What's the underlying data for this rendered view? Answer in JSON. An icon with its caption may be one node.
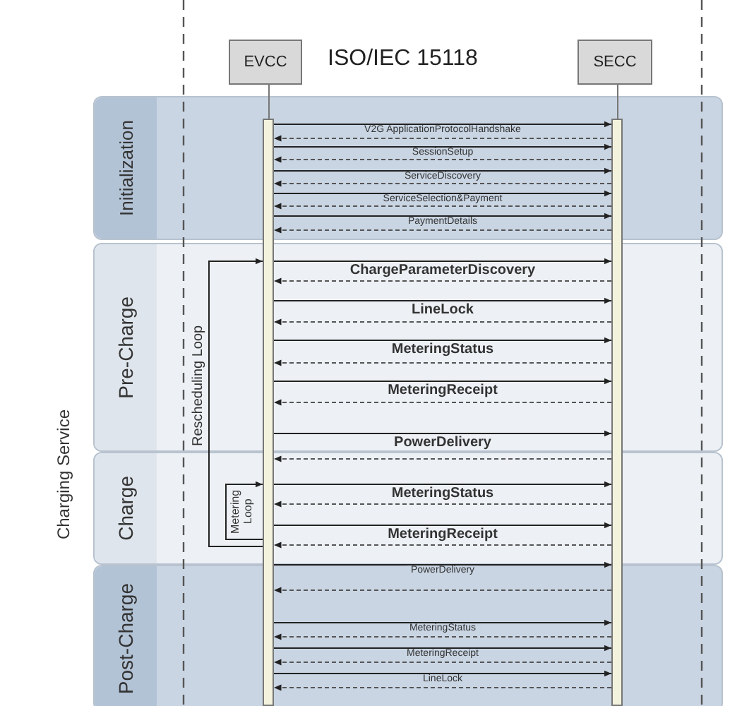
{
  "diagram": {
    "title": "ISO/IEC 15118",
    "nodes": [
      {
        "text": [
          "EVCC"
        ]
      },
      {
        "text": [
          "SECC"
        ]
      }
    ],
    "edges": [
      {
        "from": 0,
        "to": 1,
        "arrow": "to",
        "label": "V2G ApplicationProtocolHandshake"
      },
      {
        "from": 1,
        "to": 0,
        "arrow": "to",
        "style": "dashed"
      },
      {
        "from": 0,
        "to": 1,
        "arrow": "to",
        "label": "SessionSetup"
      },
      {
        "from": 1,
        "to": 0,
        "arrow": "to",
        "style": "dashed"
      },
      {
        "from": 0,
        "to": 1,
        "arrow": "to",
        "label": "ServiceDiscovery"
      },
      {
        "from": 1,
        "to": 0,
        "arrow": "to",
        "style": "dashed"
      },
      {
        "from": 0,
        "to": 1,
        "arrow": "to",
        "label": "ServiceSelection&Payment"
      },
      {
        "from": 1,
        "to": 0,
        "arrow": "to",
        "style": "dashed"
      },
      {
        "from": 0,
        "to": 1,
        "arrow": "to",
        "label": "PaymentDetails"
      },
      {
        "from": 1,
        "to": 0,
        "arrow": "to",
        "style": "dashed"
      },
      {
        "from": 0,
        "to": 1,
        "arrow": "to",
        "label": "ChargeParameterDiscovery"
      },
      {
        "from": 1,
        "to": 0,
        "arrow": "to",
        "style": "dashed"
      },
      {
        "from": 0,
        "to": 1,
        "arrow": "to",
        "label": "LineLock"
      },
      {
        "from": 1,
        "to": 0,
        "arrow": "to",
        "style": "dashed"
      },
      {
        "from": 0,
        "to": 1,
        "arrow": "to",
        "label": "MeteringStatus"
      },
      {
        "from": 1,
        "to": 0,
        "arrow": "to",
        "style": "dashed"
      },
      {
        "from": 0,
        "to": 1,
        "arrow": "to",
        "label": "MeteringReceipt"
      },
      {
        "from": 1,
        "to": 0,
        "arrow": "to",
        "style": "dashed"
      },
      {
        "from": 0,
        "to": 1,
        "arrow": "to",
        "label": "PowerDelivery"
      },
      {
        "from": 1,
        "to": 0,
        "arrow": "to",
        "style": "dashed"
      },
      {
        "from": 0,
        "to": 1,
        "arrow": "to",
        "label": "MeteringStatus"
      },
      {
        "from": 1,
        "to": 0,
        "arrow": "to",
        "style": "dashed"
      },
      {
        "from": 0,
        "to": 1,
        "arrow": "to",
        "label": "MeteringReceipt"
      },
      {
        "from": 1,
        "to": 0,
        "arrow": "to",
        "style": "dashed"
      },
      {
        "from": 0,
        "to": 1,
        "arrow": "to",
        "label": "PowerDelivery"
      },
      {
        "from": 1,
        "to": 0,
        "arrow": "to",
        "style": "dashed"
      },
      {
        "from": 0,
        "to": 1,
        "arrow": "to",
        "label": "MeteringStatus"
      },
      {
        "from": 1,
        "to": 0,
        "arrow": "to",
        "style": "dashed"
      },
      {
        "from": 0,
        "to": 1,
        "arrow": "to",
        "label": "MeteringReceipt"
      },
      {
        "from": 1,
        "to": 0,
        "arrow": "to",
        "style": "dashed"
      },
      {
        "from": 0,
        "to": 1,
        "arrow": "to",
        "label": "LineLock"
      },
      {
        "from": 1,
        "to": 0,
        "arrow": "to",
        "style": "dashed"
      },
      {
        "from": 0,
        "to": 0,
        "arrow": "to",
        "label": "Rescheduling Loop"
      },
      {
        "from": 0,
        "to": 0,
        "arrow": "to",
        "label": "Metering Loop"
      }
    ],
    "labels": [
      "Initialization",
      "Pre-Charge",
      "Charge",
      "Post-Charge",
      "Charging Service"
    ]
  }
}
